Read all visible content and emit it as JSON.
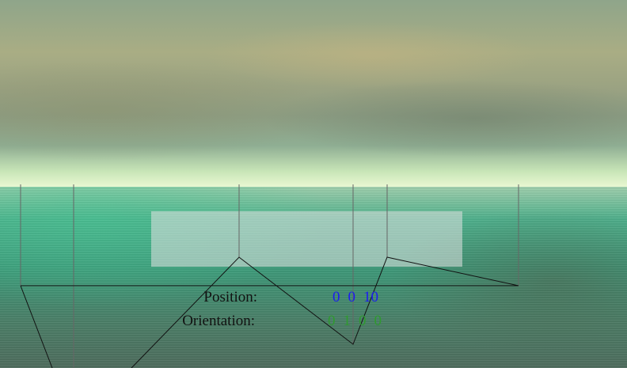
{
  "viewer": {
    "position_label": "Position:",
    "position_values": [
      "0",
      "0",
      "10"
    ],
    "orientation_label": "Orientation:",
    "orientation_values": [
      "0",
      "1",
      "0",
      "0"
    ]
  },
  "colors": {
    "position_value": "#1c1cf0",
    "orientation_value": "#2f9a2f",
    "label": "#111111"
  }
}
